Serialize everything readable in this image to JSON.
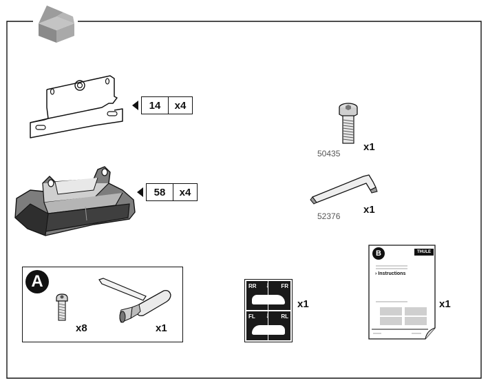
{
  "parts": {
    "bracket": {
      "ref": "14",
      "qty": "x4"
    },
    "foot_pad": {
      "ref": "58",
      "qty": "x4"
    },
    "bolt": {
      "part_no": "50435",
      "qty": "x1"
    },
    "hex_key": {
      "part_no": "52376",
      "qty": "x1"
    }
  },
  "kit_a": {
    "label": "A",
    "screws_qty": "x8",
    "tool_qty": "x1"
  },
  "stickers": {
    "qty": "x1",
    "codes": [
      "RR",
      "FR",
      "FL",
      "RL"
    ]
  },
  "manual": {
    "label": "B",
    "brand": "THULE",
    "heading": "Instructions",
    "qty": "x1"
  }
}
